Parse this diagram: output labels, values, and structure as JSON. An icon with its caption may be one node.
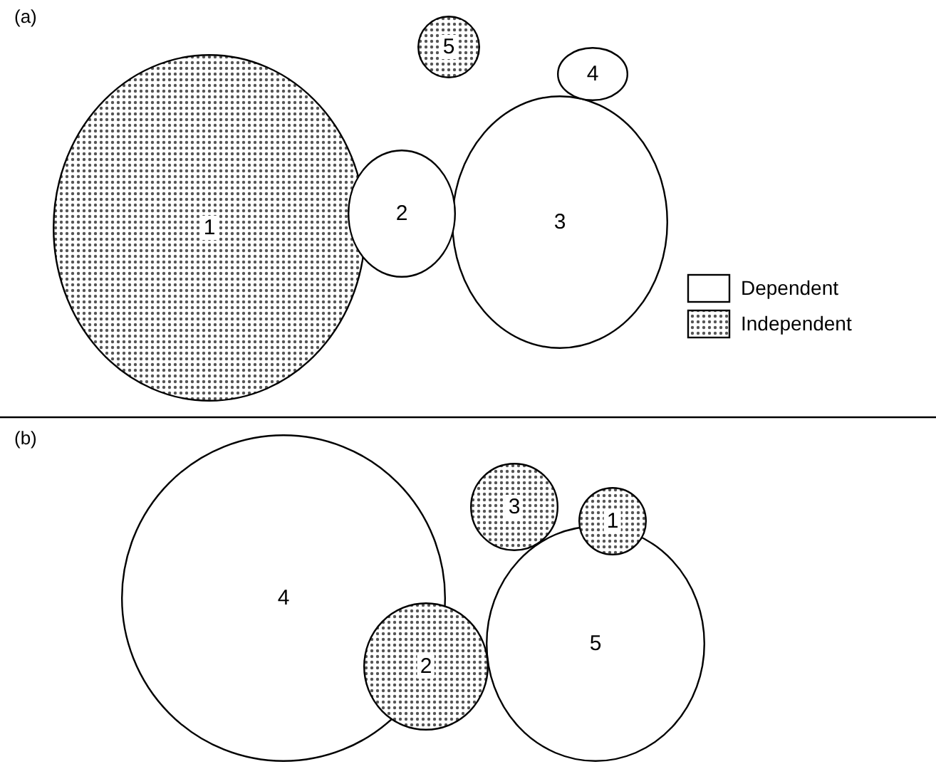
{
  "diagram": {
    "nodes": [
      {
        "text": [
          "1"
        ]
      },
      {
        "text": [
          "2"
        ]
      },
      {
        "text": [
          "3"
        ]
      },
      {
        "text": [
          "4"
        ]
      },
      {
        "text": [
          "5"
        ]
      },
      {
        "text": [
          "4"
        ]
      },
      {
        "text": [
          "2"
        ]
      },
      {
        "text": [
          "3"
        ]
      },
      {
        "text": [
          "1"
        ]
      },
      {
        "text": [
          "5"
        ]
      }
    ],
    "labels": [
      "(a)",
      "(b)"
    ],
    "legend": [
      {
        "text": "Dependent",
        "color": "#ffffff"
      },
      {
        "text": "Independent",
        "color": "#555555"
      }
    ]
  }
}
